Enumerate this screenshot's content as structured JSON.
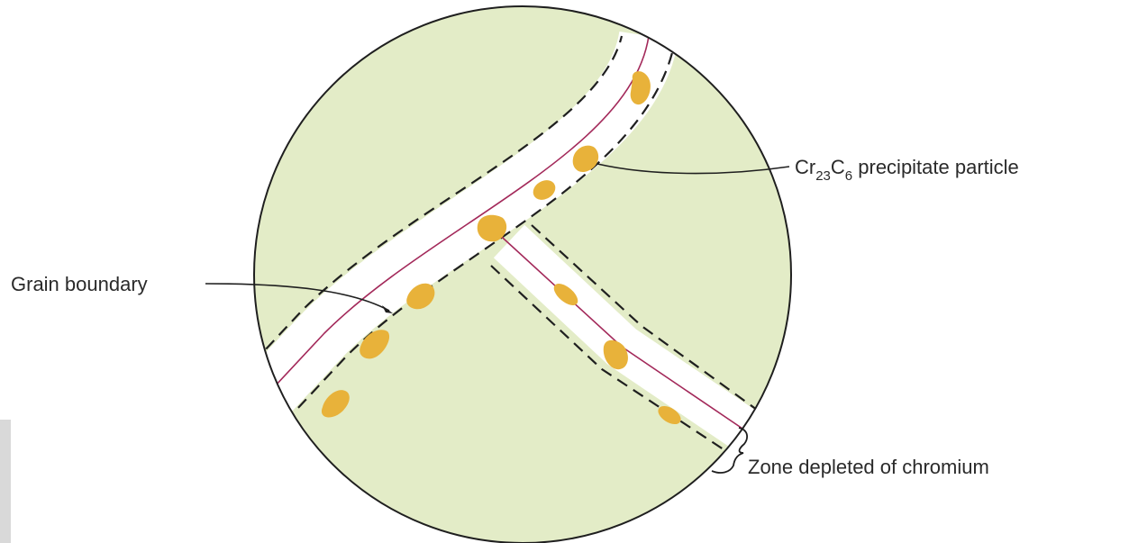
{
  "labels": {
    "precipitate": {
      "main": "Cr",
      "sub1": "23",
      "mid": "C",
      "sub2": "6",
      "tail": " precipitate particle"
    },
    "grain_boundary": "Grain boundary",
    "depleted_zone": "Zone depleted of chromium"
  },
  "colors": {
    "grain": "#e3ecc7",
    "zone": "#ffffff",
    "precipitate": "#e8b23a",
    "boundary_line": "#a3295a",
    "outline": "#1f1f1f"
  }
}
